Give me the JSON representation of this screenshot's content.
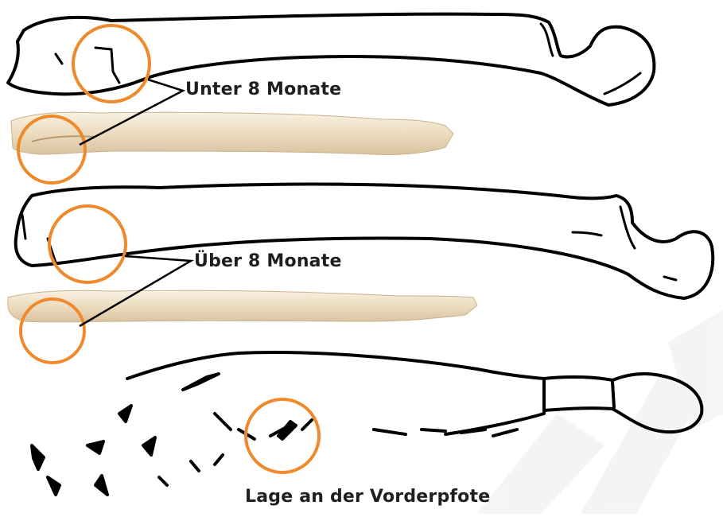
{
  "labels": {
    "under_8_months": "Unter 8 Monate",
    "over_8_months": "Über 8 Monate",
    "position_forepaw": "Lage an der Vorderpfote"
  },
  "colors": {
    "circle": "#ef8a2c",
    "outline": "#000000",
    "bone": "#efe3cc"
  }
}
